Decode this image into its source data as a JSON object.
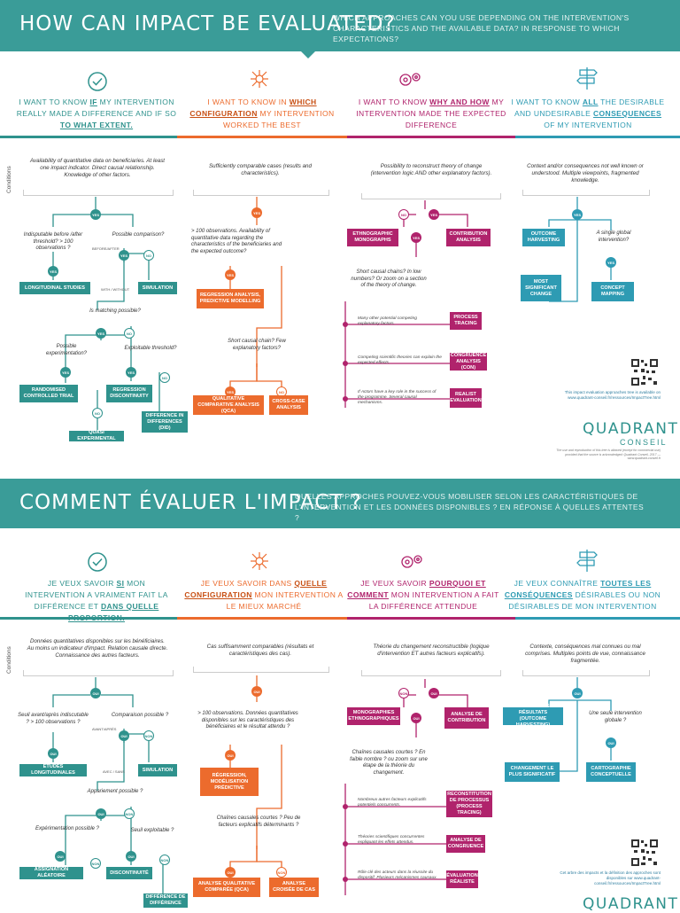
{
  "colors": {
    "teal": "#2f928d",
    "orange": "#ec6b2d",
    "magenta": "#b0236c",
    "blue": "#2e9bb3",
    "banner": "#3a9c98"
  },
  "en": {
    "title": "HOW CAN IMPACT BE EVALUATED?",
    "subtitle": "WHICH APPROACHES CAN YOU USE DEPENDING ON THE INTERVENTION'S CHARACTERISTICS AND THE AVAILABLE DATA? IN RESPONSE TO WHICH EXPECTATIONS?",
    "conditions_label": "Conditions",
    "q1": {
      "pre": "I want to know ",
      "em": "if",
      "post": " my intervention really made a difference and if so ",
      "em2": "to what extent."
    },
    "q2": {
      "pre": "I want to know in ",
      "em": "which configuration",
      "post": " my intervention worked the best"
    },
    "q3": {
      "pre": "I want to know ",
      "em": "why and how",
      "post": " my intervention made the expected difference"
    },
    "q4": {
      "pre": "I want to know ",
      "em": "all",
      "post": " the desirable and undesirable ",
      "em2": "consequences",
      "post2": " of my intervention"
    },
    "c1": "Availability of quantitative data on beneficiaries. At least one impact indicator. Direct causal relationship. Knowledge of other factors.",
    "c2": "Sufficiently comparable cases (results and characteristics).",
    "c3": "Possibility to reconstruct theory of change (intervention logic AND other explanatory factors).",
    "c4": "Context and/or consequences not well known or understood. Multiple viewpoints, fragmented knowledge.",
    "yes": "YES",
    "no": "NO",
    "col1": {
      "q_threshold": "Indisputable before /after threshold? > 100 observations ?",
      "q_comparison": "Possible comparison?",
      "before_after": "BEFORE/AFTER",
      "with_without": "WITH / WITHOUT",
      "longitudinal": "LONGITUDINAL STUDIES",
      "simulation": "SIMULATION",
      "q_matching": "Is matching possible?",
      "q_experiment": "Possible experimentation?",
      "q_exploitable": "Exploitable threshold?",
      "rct": "RANDOMISED CONTROLLED TRIAL",
      "rd": "REGRESSION DISCONTINUITY",
      "did": "DIFFERENCE IN DIFFERENCES (DID)",
      "quasi": "QUASI EXPERIMENTAL"
    },
    "col2": {
      "q_obs": "> 100 observations. Availability of quantitative data regarding the characteristics of the beneficiaries and the expected outcome?",
      "regression": "REGRESSION ANALYSIS, PREDICTIVE MODELLING",
      "q_chain": "Short causal chain? Few explanatory factors?",
      "qca": "QUALITATIVE COMPARATIVE ANALYSIS (QCA)",
      "crosscase": "CROSS-CASE ANALYSIS"
    },
    "col3": {
      "ethno": "ETHNOGRAPHIC MONOGRAPHS",
      "contrib": "CONTRIBUTION ANALYSIS",
      "q_chain": "Short causal chains? In low numbers? Or zoom on a section of the theory of change.",
      "p1": "Many other potential competing explanatory factors.",
      "process": "PROCESS TRACING",
      "p2": "Competing scientific theories can explain the expected effects.",
      "congruence": "CONGRUENCE ANALYSIS (CON)",
      "p3": "If Actors have a key role in the success of the programme. Several causal mechanisms.",
      "realist": "REALIST EVALUATION"
    },
    "col4": {
      "outcome": "OUTCOME HARVESTING",
      "q_global": "A single global intervention?",
      "msc": "MOST SIGNIFICANT CHANGE",
      "concept": "CONCEPT MAPPING"
    },
    "note": "This impact evaluation approaches tree is available on www.quadrant-conseil.fr/ressources/ImpactTree.html",
    "brand": "QUADRANT",
    "brand_sub": "CONSEIL",
    "fine": "The use and reproduction of this tree is allowed (except for commercial use) provided that the source is acknowledged: Quadrant Conseil, 2017 — www.quadrant-conseil.fr"
  },
  "fr": {
    "title": "COMMENT ÉVALUER L'IMPACT ?",
    "subtitle": "QUELLES APPROCHES POUVEZ-VOUS MOBILISER SELON LES CARACTÉRISTIQUES DE L'INTERVENTION ET LES DONNÉES DISPONIBLES ? EN RÉPONSE À QUELLES ATTENTES ?",
    "conditions_label": "Conditions",
    "q1": {
      "pre": "Je veux savoir ",
      "em": "si",
      "post": " mon intervention a vraiment fait la différence et ",
      "em2": "dans quelle proportion."
    },
    "q2": {
      "pre": "Je veux savoir dans ",
      "em": "quelle configuration",
      "post": " mon intervention a le mieux marché"
    },
    "q3": {
      "pre": "Je veux savoir ",
      "em": "pourquoi et comment",
      "post": " mon intervention a fait la différence attendue"
    },
    "q4": {
      "pre": "Je veux connaître ",
      "em": "toutes les conséquences",
      "post": " désirables ou non désirables de mon intervention"
    },
    "c1": "Données quantitatives disponibles sur les bénéficiaires. Au moins un indicateur d'impact. Relation causale directe. Connaissance des autres facteurs.",
    "c2": "Cas suffisamment comparables (résultats et caractéristiques des cas).",
    "c3": "Théorie du changement reconstructible (logique d'intervention ET autres facteurs explicatifs).",
    "c4": "Contexte, conséquences mal connues ou mal comprises. Multiples points de vue, connaissance fragmentée.",
    "yes": "OUI",
    "no": "NON",
    "col1": {
      "q_threshold": "Seuil avant/après indiscutable ? > 100 observations ?",
      "q_comparison": "Comparaison possible ?",
      "before_after": "AVANT/APRÈS",
      "with_without": "AVEC / SANS",
      "longitudinal": "ÉTUDES LONGITUDINALES",
      "simulation": "SIMULATION",
      "q_matching": "Appariement possible ?",
      "q_experiment": "Expérimentation possible ?",
      "q_exploitable": "Seuil exploitable ?",
      "rct": "ASSIGNATION ALÉATOIRE",
      "rd": "DISCONTINUITÉ",
      "did": "DIFFÉRENCE DE DIFFÉRENCE"
    },
    "col2": {
      "q_obs": "> 100 observations. Données quantitatives disponibles sur les caractéristiques des bénéficiaires et le résultat attendu ?",
      "regression": "RÉGRESSION, MODÉLISATION PRÉDICTIVE",
      "q_chain": "Chaînes causales courtes ? Peu de facteurs explicatifs déterminants ?",
      "qca": "ANALYSE QUALITATIVE COMPARÉE (QCA)",
      "crosscase": "ANALYSE CROISÉE DE CAS"
    },
    "col3": {
      "ethno": "MONOGRAPHIES ETHNOGRAPHIQUES",
      "contrib": "ANALYSE DE CONTRIBUTION",
      "q_chain": "Chaînes causales courtes ? En faible nombre ? ou zoom sur une étape de la théorie du changement.",
      "p1": "Nombreux autres facteurs explicatifs potentiels concurrents.",
      "process": "RECONSTITUTION DE PROCESSUS (PROCESS TRACING)",
      "p2": "Théories scientifiques concurrentes expliquant les effets attendus.",
      "congruence": "ANALYSE DE CONGRUENCE",
      "p3": "Rôle clé des acteurs dans la réussite du dispositif. Plusieurs mécanismes causaux.",
      "realist": "ÉVALUATION RÉALISTE"
    },
    "col4": {
      "outcome": "RECUEIL DES RÉSULTATS (OUTCOME HARVESTING)",
      "q_global": "Une seule intervention globale ?",
      "msc": "CHANGEMENT LE PLUS SIGNIFICATIF",
      "concept": "CARTOGRAPHIE CONCEPTUELLE"
    },
    "note": "Cet arbre des impacts et la définition des approches sont disponibles sur www.quadrant-conseil.fr/ressources/ImpactTree.html",
    "brand": "QUADRANT"
  }
}
